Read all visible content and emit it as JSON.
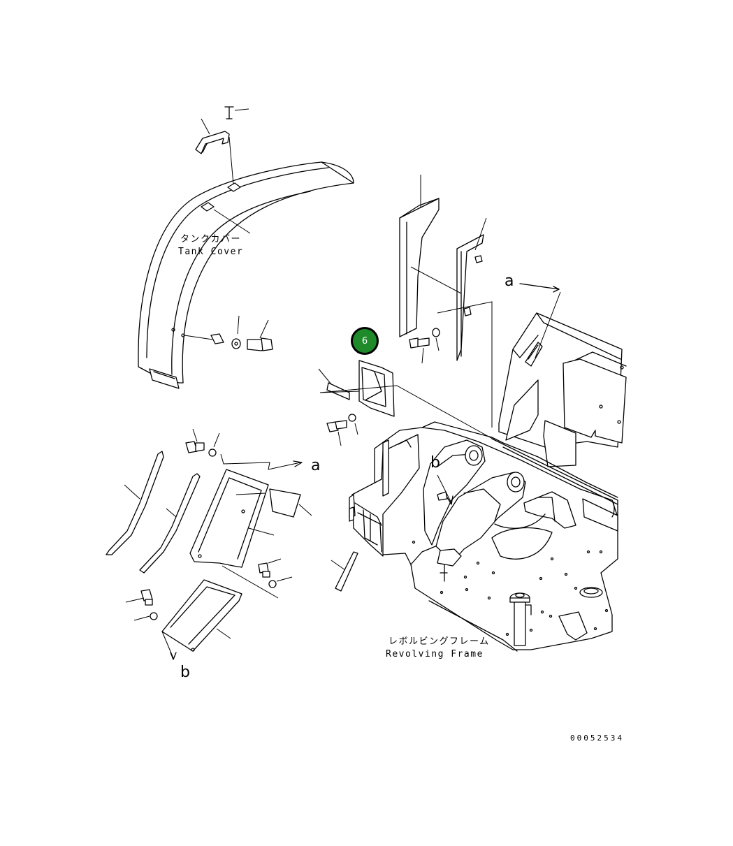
{
  "labels": {
    "tank_cover_jp": "タンクカバー",
    "tank_cover_en": "Tank Cover",
    "frame_jp": "レボルビングフレーム",
    "frame_en": "Revolving Frame",
    "ref_a_top": "a",
    "ref_a_left": "a",
    "ref_b_left": "b",
    "ref_b_frame": "b"
  },
  "callout": {
    "part_number": "6",
    "color": "#1e8a2a"
  },
  "drawing_number": "00052534"
}
